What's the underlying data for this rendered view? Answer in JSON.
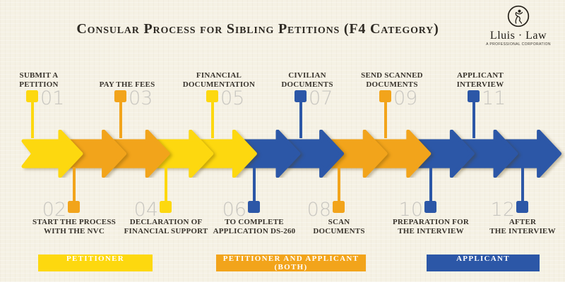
{
  "title": "Consular Process for Sibling Petitions (F4 Category)",
  "logo": {
    "name": "Lluis · Law",
    "tagline": "A PROFESSIONAL CORPORATION",
    "icon": "matador-figure-in-circle"
  },
  "palette": {
    "background": "#F5F1E4",
    "yellow": "#FDD80F",
    "orange": "#F2A41B",
    "blue": "#2C57A7",
    "label_text": "#39342D",
    "number_gray": "#C8C6C0",
    "legend_text": "#FFFFFF"
  },
  "steps": [
    {
      "number": "01",
      "label": "SUBMIT A\nPETITION",
      "color": "#FDD80F",
      "position": "top"
    },
    {
      "number": "02",
      "label": "START THE PROCESS\nWITH THE NVC",
      "color": "#F2A41B",
      "position": "bottom"
    },
    {
      "number": "03",
      "label": "PAY THE FEES",
      "color": "#F2A41B",
      "position": "top"
    },
    {
      "number": "04",
      "label": "DECLARATION OF\nFINANCIAL SUPPORT",
      "color": "#FDD80F",
      "position": "bottom"
    },
    {
      "number": "05",
      "label": "FINANCIAL\nDOCUMENTATION",
      "color": "#FDD80F",
      "position": "top"
    },
    {
      "number": "06",
      "label": "TO COMPLETE\nAPPLICATION DS-260",
      "color": "#2C57A7",
      "position": "bottom"
    },
    {
      "number": "07",
      "label": "CIVILIAN\nDOCUMENTS",
      "color": "#2C57A7",
      "position": "top"
    },
    {
      "number": "08",
      "label": "SCAN\nDOCUMENTS",
      "color": "#F2A41B",
      "position": "bottom"
    },
    {
      "number": "09",
      "label": "SEND SCANNED\nDOCUMENTS",
      "color": "#F2A41B",
      "position": "top"
    },
    {
      "number": "10",
      "label": "PREPARATION FOR\nTHE INTERVIEW",
      "color": "#2C57A7",
      "position": "bottom"
    },
    {
      "number": "11",
      "label": "APPLICANT\nINTERVIEW",
      "color": "#2C57A7",
      "position": "top"
    },
    {
      "number": "12",
      "label": "AFTER\nTHE INTERVIEW",
      "color": "#2C57A7",
      "position": "bottom"
    }
  ],
  "legend": [
    {
      "label": "PETITIONER",
      "color": "#FDD80F"
    },
    {
      "label": "PETITIONER AND APPLICANT (BOTH)",
      "color": "#F2A41B"
    },
    {
      "label": "APPLICANT",
      "color": "#2C57A7"
    }
  ]
}
